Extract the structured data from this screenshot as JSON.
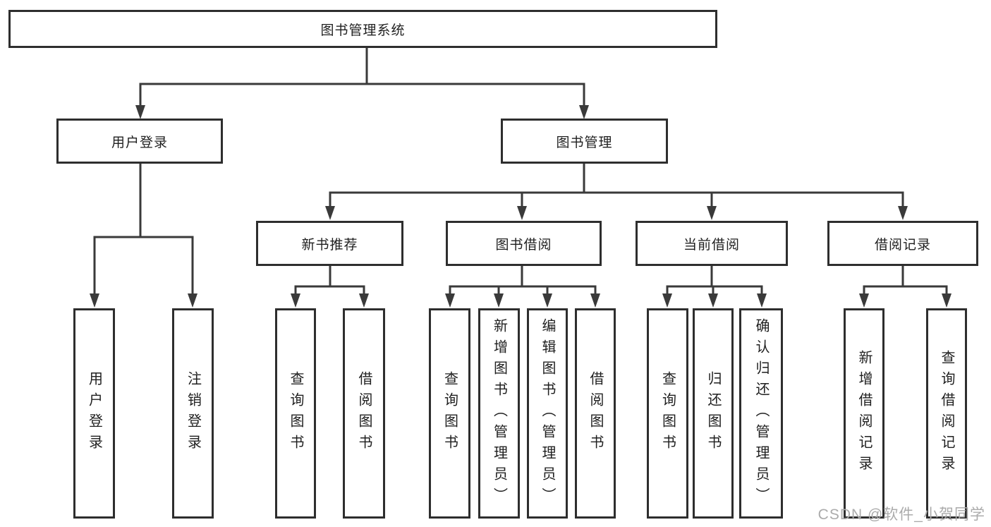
{
  "diagram": {
    "root": {
      "label": "图书管理系统"
    },
    "level2": [
      {
        "label": "用户登录",
        "children": [
          "用户登录",
          "注销登录"
        ]
      },
      {
        "label": "图书管理"
      }
    ],
    "level3": [
      {
        "label": "新书推荐",
        "children": [
          "查询图书",
          "借阅图书"
        ]
      },
      {
        "label": "图书借阅",
        "children": [
          "查询图书",
          "新增图书（管理员）",
          "编辑图书（管理员）",
          "借阅图书"
        ]
      },
      {
        "label": "当前借阅",
        "children": [
          "查询图书",
          "归还图书",
          "确认归还（管理员）"
        ]
      },
      {
        "label": "借阅记录",
        "children": [
          "新增借阅记录",
          "查询借阅记录"
        ]
      }
    ]
  },
  "watermark": {
    "text": "CSDN @软件_小贺同学"
  },
  "colors": {
    "line": "#3a3a3a",
    "box_border": "#2e2e2e",
    "text": "#1f1f1f",
    "watermark": "#ababab",
    "background": "#ffffff"
  }
}
